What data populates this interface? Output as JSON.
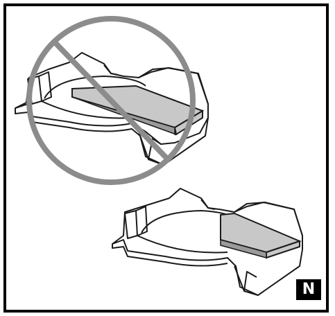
{
  "figure": {
    "badge_letter": "N",
    "colors": {
      "frame": "#000000",
      "background": "#ffffff",
      "outline": "#1a1a1a",
      "card_fill": "#c8c8c8",
      "prohibition": "#8c8c8c",
      "badge_bg": "#000000",
      "badge_text": "#ffffff"
    },
    "panels": [
      {
        "name": "incorrect-insertion",
        "prohibited": true
      },
      {
        "name": "correct-insertion",
        "prohibited": false
      }
    ]
  }
}
